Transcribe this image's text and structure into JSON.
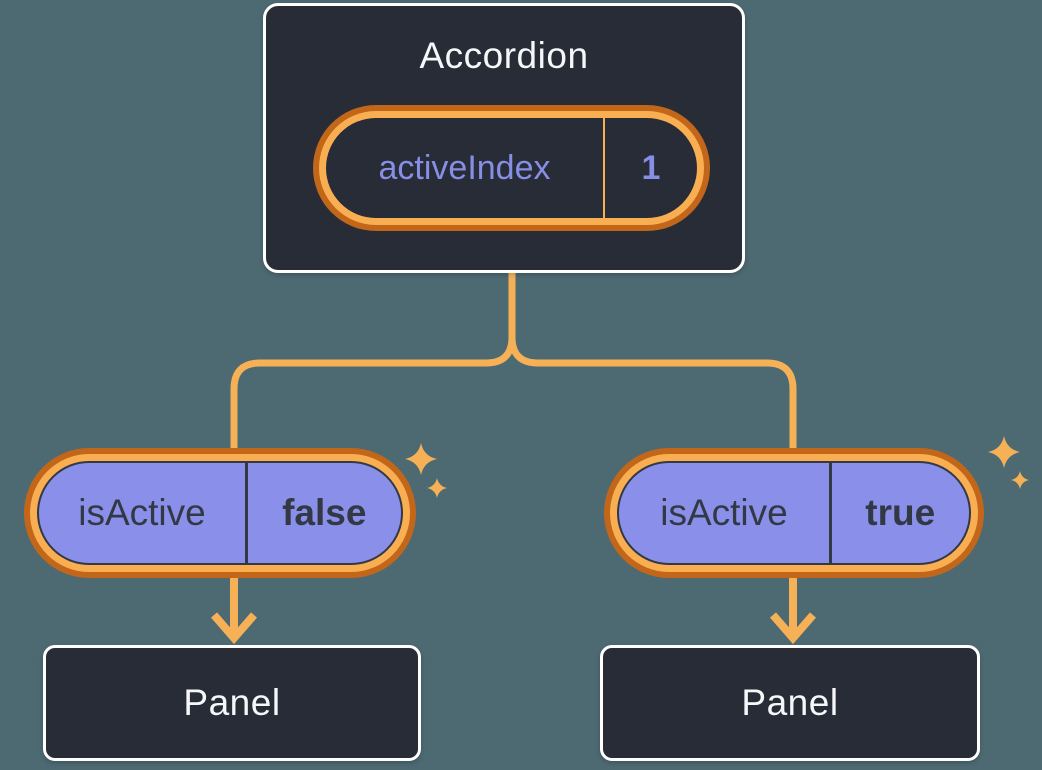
{
  "colors": {
    "background": "#4D6972",
    "node_fill": "#272C36",
    "node_border": "#FFFFFF",
    "text_light": "#F6F7F9",
    "text_dark": "#333845",
    "purple_fill": "#8A90E9",
    "purple_text": "#878EE6",
    "ring_dark": "#C2661A",
    "ring_light": "#F9AE52",
    "line": "#F6B156"
  },
  "icons": {
    "sparkle": "four-point-star"
  },
  "accordion": {
    "title": "Accordion",
    "state": {
      "label": "activeIndex",
      "value": "1"
    }
  },
  "children": [
    {
      "prop": {
        "label": "isActive",
        "value": "false"
      },
      "panel": {
        "title": "Panel"
      }
    },
    {
      "prop": {
        "label": "isActive",
        "value": "true"
      },
      "panel": {
        "title": "Panel"
      }
    }
  ]
}
